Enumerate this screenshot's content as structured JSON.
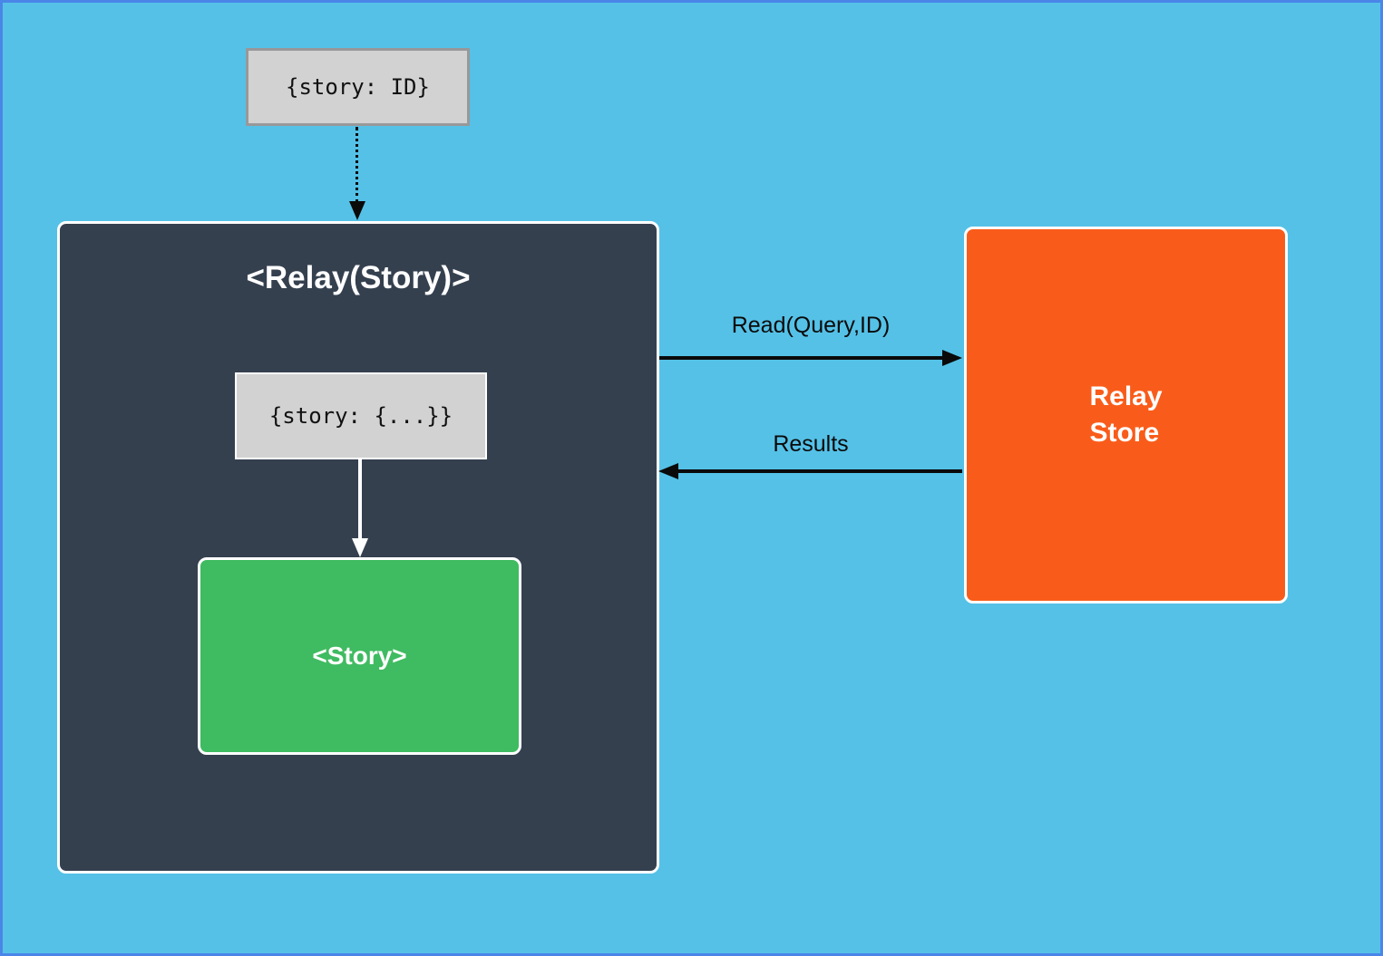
{
  "diagram": {
    "background_color": "#55c1e7",
    "frame_border_color": "#4a86e8",
    "nodes": {
      "query_box": {
        "label": "{story: ID}",
        "fill": "#d2d2d2",
        "border_color": "#98989a",
        "text_color": "#111111"
      },
      "relay_container": {
        "title": "<Relay(Story)>",
        "fill": "#35404f",
        "border_color": "#ffffff",
        "text_color": "#ffffff"
      },
      "props_box": {
        "label": "{story: {...}}",
        "fill": "#d2d2d2",
        "border_color": "#ffffff",
        "text_color": "#111111"
      },
      "story_box": {
        "label": "<Story>",
        "fill": "#3fbb61",
        "border_color": "#ffffff",
        "text_color": "#ffffff"
      },
      "relay_store": {
        "label": "Relay\nStore",
        "fill": "#f95c1a",
        "border_color": "#ffffff",
        "text_color": "#ffffff"
      }
    },
    "edges": {
      "query_to_relay": {
        "style": "dotted",
        "color": "#0a0a0a",
        "direction": "down"
      },
      "props_to_story": {
        "style": "solid",
        "color": "#ffffff",
        "direction": "down"
      },
      "read": {
        "label": "Read(Query,ID)",
        "style": "solid",
        "color": "#0a0a0a",
        "direction": "right"
      },
      "results": {
        "label": "Results",
        "style": "solid",
        "color": "#0a0a0a",
        "direction": "left"
      }
    }
  }
}
